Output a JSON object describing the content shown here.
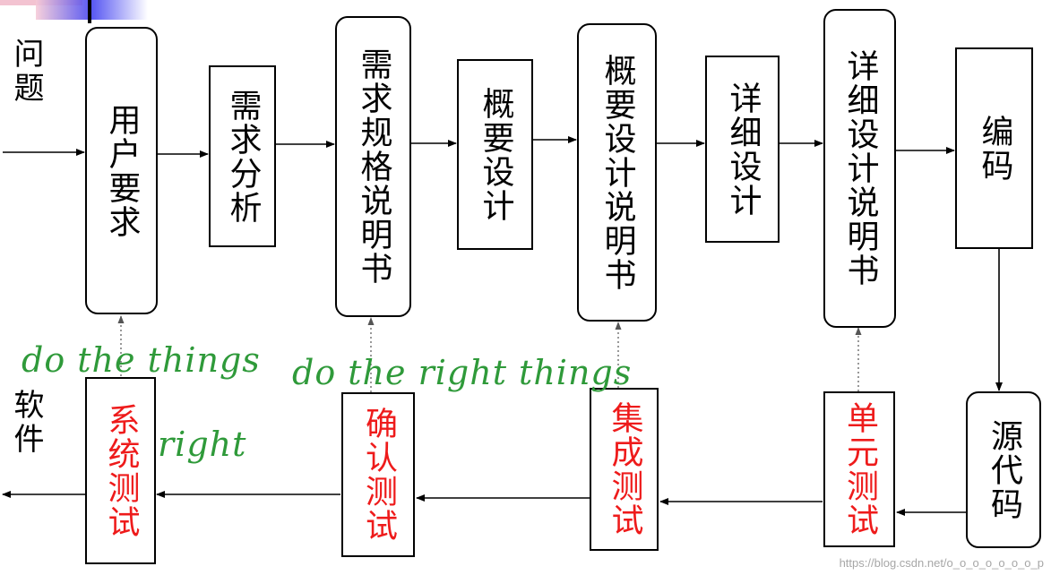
{
  "left_labels": {
    "problem": "问题",
    "software": "软件"
  },
  "top_row": {
    "user_requirements": "用户要求",
    "requirement_analysis": "需求分析",
    "requirement_spec": "需求规格说明书",
    "high_level_design": "概要设计",
    "high_level_design_doc": "概要设计说明书",
    "detailed_design": "详细设计",
    "detailed_design_doc": "详细设计说明书",
    "coding": "编码"
  },
  "bottom_row": {
    "source_code": "源代码",
    "unit_test": "单元测试",
    "integration_test": "集成测试",
    "acceptance_test": "确认测试",
    "system_test": "系统测试"
  },
  "annotations": {
    "do_the_things": "do the things",
    "right": "right",
    "do_the_right_things": "do the right things"
  },
  "watermark": "https://blog.csdn.net/o_o_o_o_o_o_o_p",
  "colors": {
    "test_text": "#ee1b1b",
    "handwriting": "#2f9a3a"
  }
}
